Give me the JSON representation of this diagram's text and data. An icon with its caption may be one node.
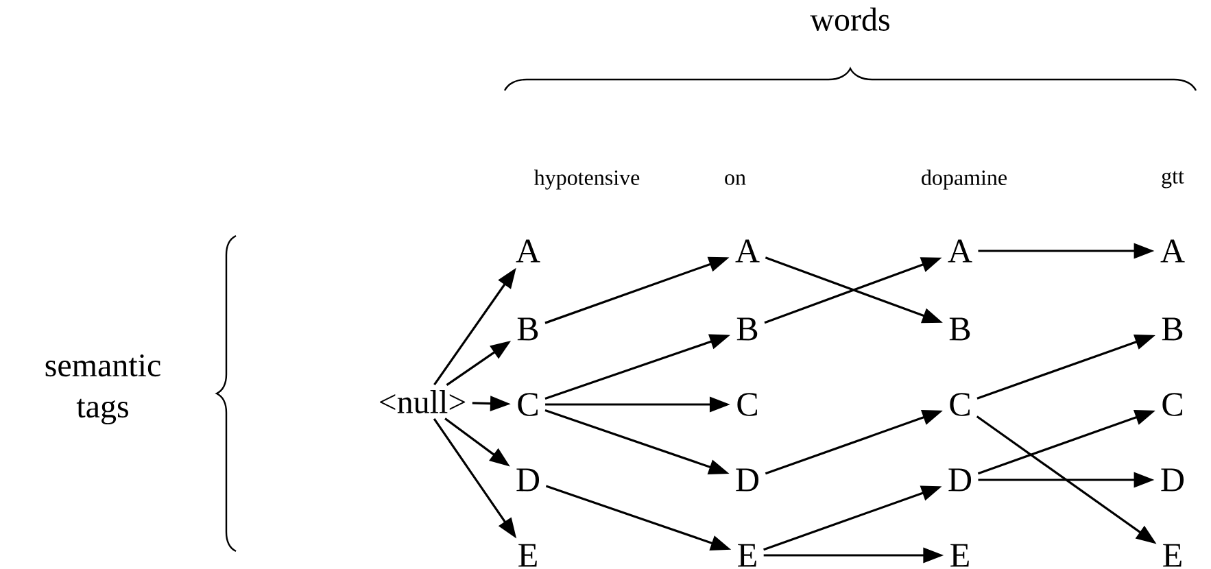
{
  "diagram": {
    "nodes": [
      {
        "text": [
          "<null>"
        ]
      },
      {
        "text": [
          "A"
        ]
      },
      {
        "text": [
          "B"
        ]
      },
      {
        "text": [
          "C"
        ]
      },
      {
        "text": [
          "D"
        ]
      },
      {
        "text": [
          "E"
        ]
      },
      {
        "text": [
          "A"
        ]
      },
      {
        "text": [
          "B"
        ]
      },
      {
        "text": [
          "C"
        ]
      },
      {
        "text": [
          "D"
        ]
      },
      {
        "text": [
          "E"
        ]
      },
      {
        "text": [
          "A"
        ]
      },
      {
        "text": [
          "B"
        ]
      },
      {
        "text": [
          "C"
        ]
      },
      {
        "text": [
          "D"
        ]
      },
      {
        "text": [
          "E"
        ]
      },
      {
        "text": [
          "A"
        ]
      },
      {
        "text": [
          "B"
        ]
      },
      {
        "text": [
          "C"
        ]
      },
      {
        "text": [
          "D"
        ]
      },
      {
        "text": [
          "E"
        ]
      }
    ],
    "edges": [
      {
        "from": 0,
        "to": 1,
        "arrow": "to"
      },
      {
        "from": 0,
        "to": 2,
        "arrow": "to"
      },
      {
        "from": 0,
        "to": 3,
        "arrow": "to"
      },
      {
        "from": 0,
        "to": 4,
        "arrow": "to"
      },
      {
        "from": 0,
        "to": 5,
        "arrow": "to"
      },
      {
        "from": 2,
        "to": 6,
        "arrow": "to"
      },
      {
        "from": 3,
        "to": 7,
        "arrow": "to"
      },
      {
        "from": 3,
        "to": 8,
        "arrow": "to"
      },
      {
        "from": 3,
        "to": 9,
        "arrow": "to"
      },
      {
        "from": 4,
        "to": 10,
        "arrow": "to"
      },
      {
        "from": 6,
        "to": 12,
        "arrow": "to"
      },
      {
        "from": 7,
        "to": 11,
        "arrow": "to"
      },
      {
        "from": 9,
        "to": 13,
        "arrow": "to"
      },
      {
        "from": 10,
        "to": 14,
        "arrow": "to"
      },
      {
        "from": 10,
        "to": 15,
        "arrow": "to"
      },
      {
        "from": 11,
        "to": 16,
        "arrow": "to"
      },
      {
        "from": 13,
        "to": 17,
        "arrow": "to"
      },
      {
        "from": 13,
        "to": 20,
        "arrow": "to"
      },
      {
        "from": 14,
        "to": 18,
        "arrow": "to"
      },
      {
        "from": 14,
        "to": 19,
        "arrow": "to"
      }
    ],
    "labels": [
      "words",
      "hypotensive",
      "on",
      "dopamine",
      "gtt",
      "semantic tags"
    ]
  }
}
